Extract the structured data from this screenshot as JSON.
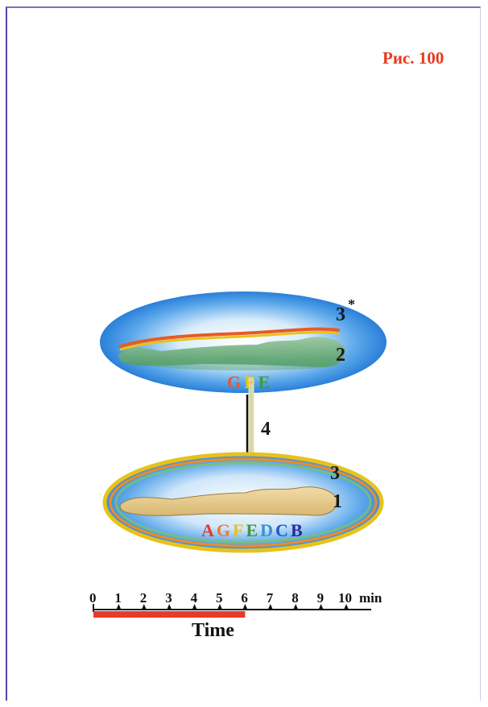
{
  "figure_label": "Рис. 100",
  "upper_body": {
    "layer_labels": [
      "3",
      "2"
    ],
    "asterisk": "*",
    "letters": [
      {
        "text": "G",
        "color": "#e8572a"
      },
      {
        "text": "F",
        "color": "#e8c21a"
      },
      {
        "text": "E",
        "color": "#3e9b3a"
      }
    ]
  },
  "connector_label": "4",
  "lower_body": {
    "layer_labels": [
      "3",
      "1"
    ],
    "letters": [
      {
        "text": "A",
        "color": "#e8372c"
      },
      {
        "text": "G",
        "color": "#f07a2a"
      },
      {
        "text": "F",
        "color": "#e8c21a"
      },
      {
        "text": "E",
        "color": "#3e9b3a"
      },
      {
        "text": "D",
        "color": "#3a8fd0"
      },
      {
        "text": "C",
        "color": "#1f57c4"
      },
      {
        "text": "B",
        "color": "#2c2a9a"
      }
    ]
  },
  "time_scale": {
    "ticks": [
      "0",
      "1",
      "2",
      "3",
      "4",
      "5",
      "6",
      "7",
      "8",
      "9",
      "10"
    ],
    "unit": "min",
    "title": "Time",
    "highlight_to_value": 6,
    "highlight_color": "#e8392b"
  }
}
